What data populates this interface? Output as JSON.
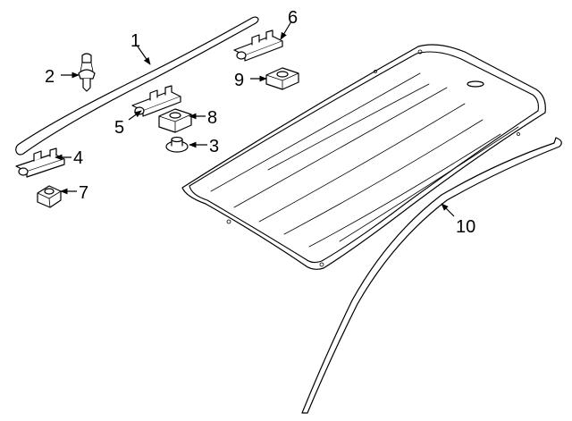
{
  "callouts": [
    {
      "label": "1",
      "part": "roof-molding"
    },
    {
      "label": "2",
      "part": "push-pin-clip"
    },
    {
      "label": "3",
      "part": "grommet"
    },
    {
      "label": "4",
      "part": "molding-clip-front"
    },
    {
      "label": "5",
      "part": "molding-clip-center"
    },
    {
      "label": "6",
      "part": "molding-clip-rear"
    },
    {
      "label": "7",
      "part": "retainer-nut-front"
    },
    {
      "label": "8",
      "part": "retainer-nut-center"
    },
    {
      "label": "9",
      "part": "retainer-nut-rear"
    },
    {
      "label": "10",
      "part": "weatherstrip-seal"
    }
  ],
  "colors": {
    "ink": "#000000",
    "background": "#ffffff"
  }
}
